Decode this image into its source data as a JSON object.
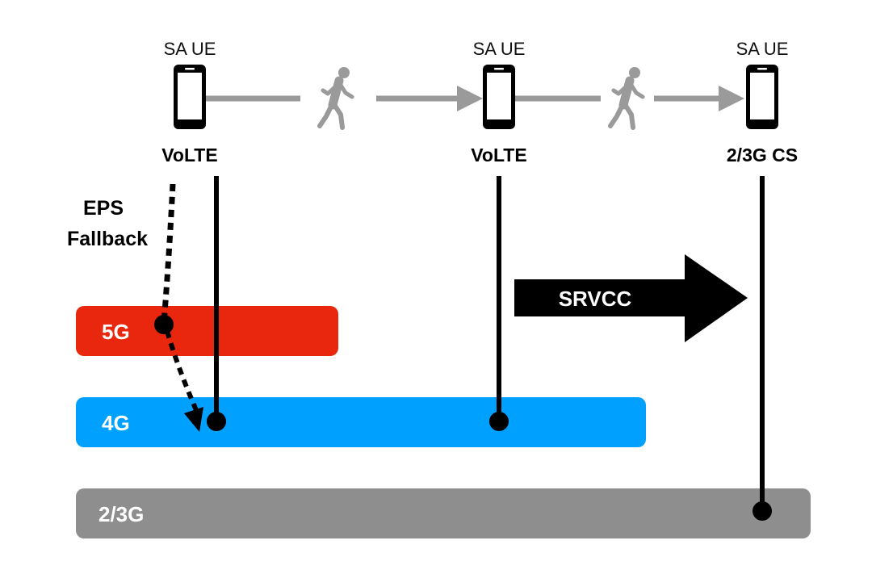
{
  "ues": [
    {
      "caption": "SA UE",
      "call_type": "VoLTE"
    },
    {
      "caption": "SA UE",
      "call_type": "VoLTE"
    },
    {
      "caption": "SA UE",
      "call_type": "2/3G CS"
    }
  ],
  "bands": [
    {
      "label": "5G",
      "color": "#e8270e"
    },
    {
      "label": "4G",
      "color": "#00a0ff"
    },
    {
      "label": "2/3G",
      "color": "#8e8e8e"
    }
  ],
  "eps_fallback": {
    "line1": "EPS",
    "line2": "Fallback"
  },
  "srvcc": {
    "label": "SRVCC"
  },
  "colors": {
    "connector": "#9a9a9a",
    "walker": "#9a9a9a",
    "phone": "#000000"
  },
  "icons": [
    "phone-icon",
    "walking-person-icon",
    "arrow-right-icon"
  ]
}
